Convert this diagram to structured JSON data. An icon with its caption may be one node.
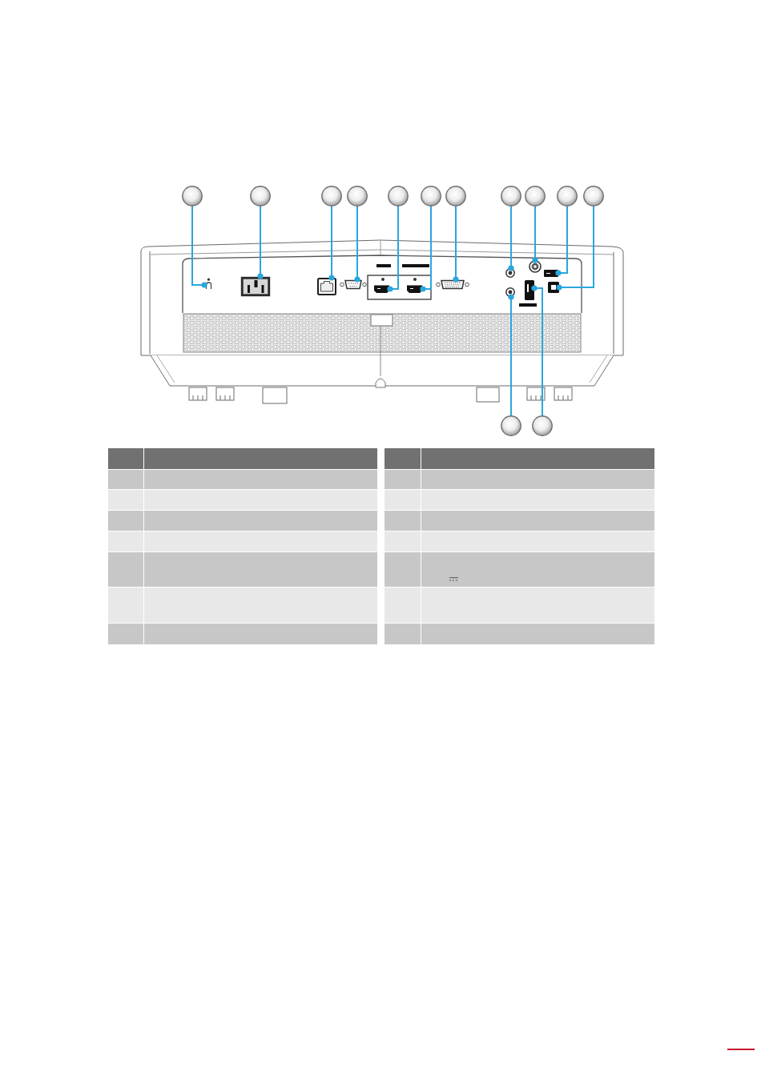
{
  "diagram": {
    "nodes": [
      {
        "text": [],
        "shape": "circle"
      },
      {
        "text": [],
        "shape": "circle"
      },
      {
        "text": [],
        "shape": "circle"
      },
      {
        "text": [],
        "shape": "circle"
      },
      {
        "text": [],
        "shape": "circle"
      },
      {
        "text": [],
        "shape": "circle"
      },
      {
        "text": [],
        "shape": "circle"
      },
      {
        "text": [],
        "shape": "circle"
      },
      {
        "text": [],
        "shape": "circle"
      },
      {
        "text": [],
        "shape": "circle"
      },
      {
        "text": [],
        "shape": "circle"
      },
      {
        "text": [],
        "shape": "circle"
      },
      {
        "text": [],
        "shape": "circle"
      },
      {
        "text": [],
        "shape": "picture"
      },
      {
        "text": [],
        "shape": "picture"
      },
      {
        "text": [],
        "shape": "picture"
      },
      {
        "text": [],
        "shape": "picture"
      },
      {
        "text": [],
        "shape": "picture"
      },
      {
        "text": [],
        "shape": "picture"
      },
      {
        "text": [],
        "shape": "picture"
      },
      {
        "text": [],
        "shape": "picture"
      },
      {
        "text": [],
        "shape": "picture"
      },
      {
        "text": [],
        "shape": "picture"
      },
      {
        "text": [],
        "shape": "picture"
      },
      {
        "text": [],
        "shape": "picture"
      },
      {
        "text": [],
        "shape": "picture"
      }
    ],
    "edges": [
      {
        "from": 0,
        "to": 13,
        "arrow": "other"
      },
      {
        "from": 1,
        "to": 14,
        "arrow": "other"
      },
      {
        "from": 2,
        "to": 15,
        "arrow": "other"
      },
      {
        "from": 3,
        "to": 16,
        "arrow": "other"
      },
      {
        "from": 4,
        "to": 17,
        "arrow": "other"
      },
      {
        "from": 5,
        "to": 18,
        "arrow": "other"
      },
      {
        "from": 6,
        "to": 19,
        "arrow": "other"
      },
      {
        "from": 7,
        "to": 20,
        "arrow": "other"
      },
      {
        "from": 8,
        "to": 21,
        "arrow": "other"
      },
      {
        "from": 9,
        "to": 22,
        "arrow": "other"
      },
      {
        "from": 10,
        "to": 23,
        "arrow": "other"
      },
      {
        "from": 11,
        "to": 24,
        "arrow": "other"
      },
      {
        "from": 12,
        "to": 25,
        "arrow": "other"
      }
    ]
  }
}
